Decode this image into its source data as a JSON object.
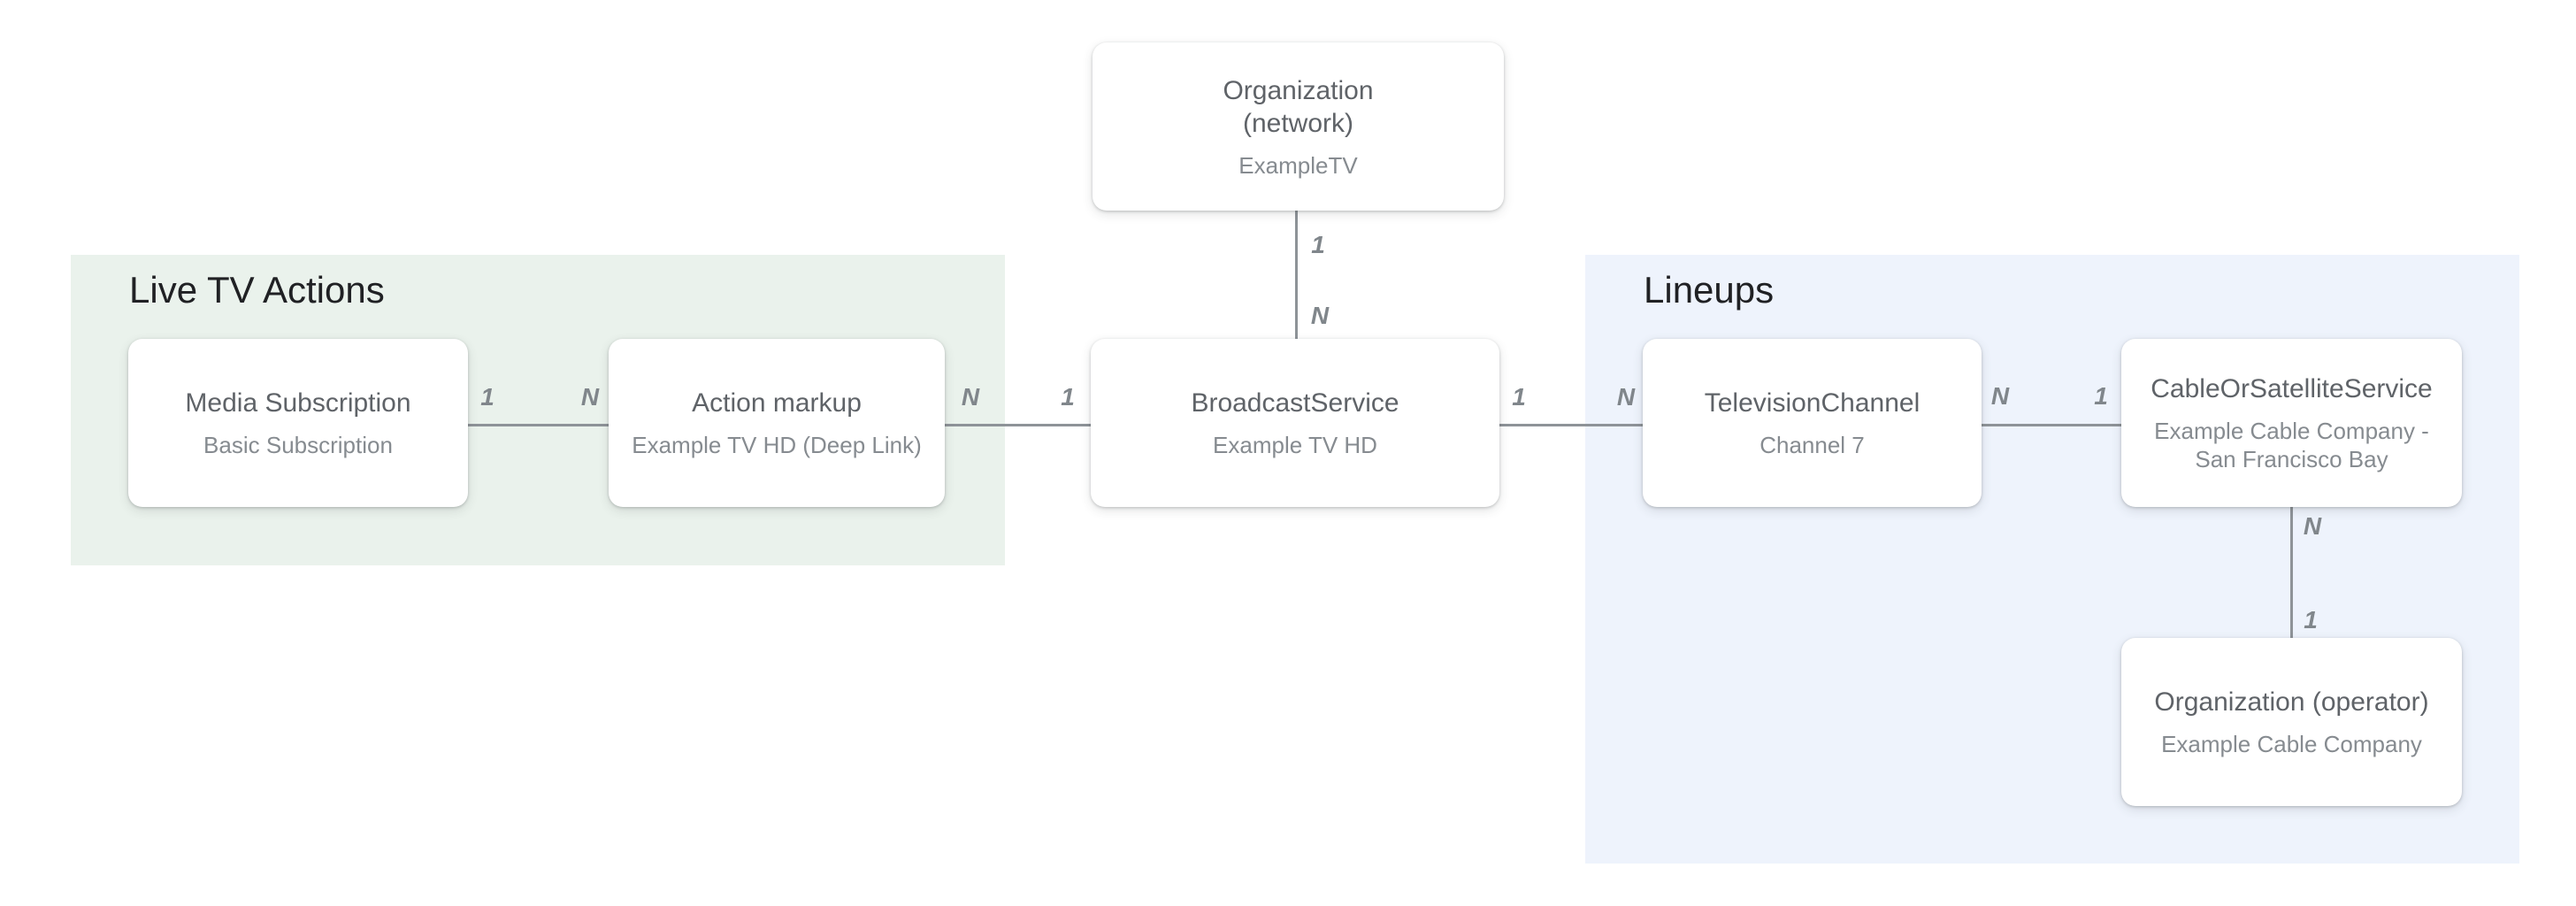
{
  "diagram": {
    "type": "entity-relationship",
    "panels": {
      "live_tv_actions": {
        "title": "Live TV Actions",
        "color": "#EAF2EC"
      },
      "lineups": {
        "title": "Lineups",
        "color": "#EEF3FC"
      }
    },
    "nodes": {
      "organization_network": {
        "title": "Organization\n(network)",
        "subtitle": "ExampleTV"
      },
      "media_subscription": {
        "title": "Media Subscription",
        "subtitle": "Basic Subscription"
      },
      "action_markup": {
        "title": "Action markup",
        "subtitle": "Example TV HD (Deep Link)"
      },
      "broadcast_service": {
        "title": "BroadcastService",
        "subtitle": "Example TV HD"
      },
      "television_channel": {
        "title": "TelevisionChannel",
        "subtitle": "Channel 7"
      },
      "cable_or_satellite_service": {
        "title": "CableOrSatelliteService",
        "subtitle": "Example Cable Company -\nSan Francisco Bay"
      },
      "organization_operator": {
        "title": "Organization (operator)",
        "subtitle": "Example Cable Company"
      }
    },
    "relationships": {
      "network_to_broadcast": {
        "from": "Organization (network)",
        "to": "BroadcastService",
        "from_cardinality": "1",
        "to_cardinality": "N"
      },
      "subscription_to_action": {
        "from": "Media Subscription",
        "to": "Action markup",
        "from_cardinality": "1",
        "to_cardinality": "N"
      },
      "action_to_broadcast": {
        "from": "Action markup",
        "to": "BroadcastService",
        "from_cardinality": "N",
        "to_cardinality": "1"
      },
      "broadcast_to_channel": {
        "from": "BroadcastService",
        "to": "TelevisionChannel",
        "from_cardinality": "1",
        "to_cardinality": "N"
      },
      "channel_to_cable": {
        "from": "TelevisionChannel",
        "to": "CableOrSatelliteService",
        "from_cardinality": "N",
        "to_cardinality": "1"
      },
      "cable_to_operator": {
        "from": "CableOrSatelliteService",
        "to": "Organization (operator)",
        "from_cardinality": "N",
        "to_cardinality": "1"
      }
    },
    "colors": {
      "node_background": "#FFFFFF",
      "node_title": "#5F6368",
      "node_subtitle": "#868B90",
      "section_label": "#202124",
      "connector_line": "#8E9398",
      "cardinality_label": "#80868B",
      "panel_green": "#EAF2EC",
      "panel_blue": "#EEF3FC"
    }
  }
}
